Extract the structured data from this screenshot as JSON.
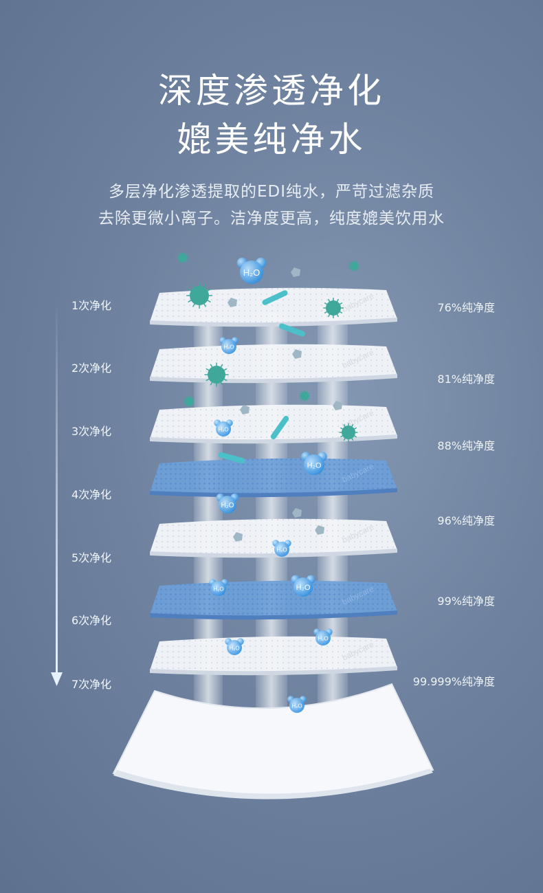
{
  "heading": {
    "line1": "深度渗透净化",
    "line2": "媲美纯净水"
  },
  "description": {
    "line1": "多层净化渗透提取的EDI纯水，严苛过滤杂质",
    "line2": "去除更微小离子。洁净度更高，纯度媲美饮用水"
  },
  "steps": [
    {
      "label": "1次净化",
      "purity": "76%纯净度"
    },
    {
      "label": "2次净化",
      "purity": "81%纯净度"
    },
    {
      "label": "3次净化",
      "purity": "88%纯净度"
    },
    {
      "label": "4次净化",
      "purity": "96%纯净度"
    },
    {
      "label": "5次净化",
      "purity": "99%纯净度"
    },
    {
      "label": "6次净化",
      "purity": ""
    },
    {
      "label": "7次净化",
      "purity": "99.999%纯净度"
    }
  ],
  "molecule_text": "H₂O",
  "watermark_text": "babycare",
  "colors": {
    "background": "#6f83a0",
    "sheet_white": "#f4f6f9",
    "sheet_blue": "#6d9fd8",
    "germ": "#3fa89a",
    "bubble": "#4aa3e8"
  }
}
